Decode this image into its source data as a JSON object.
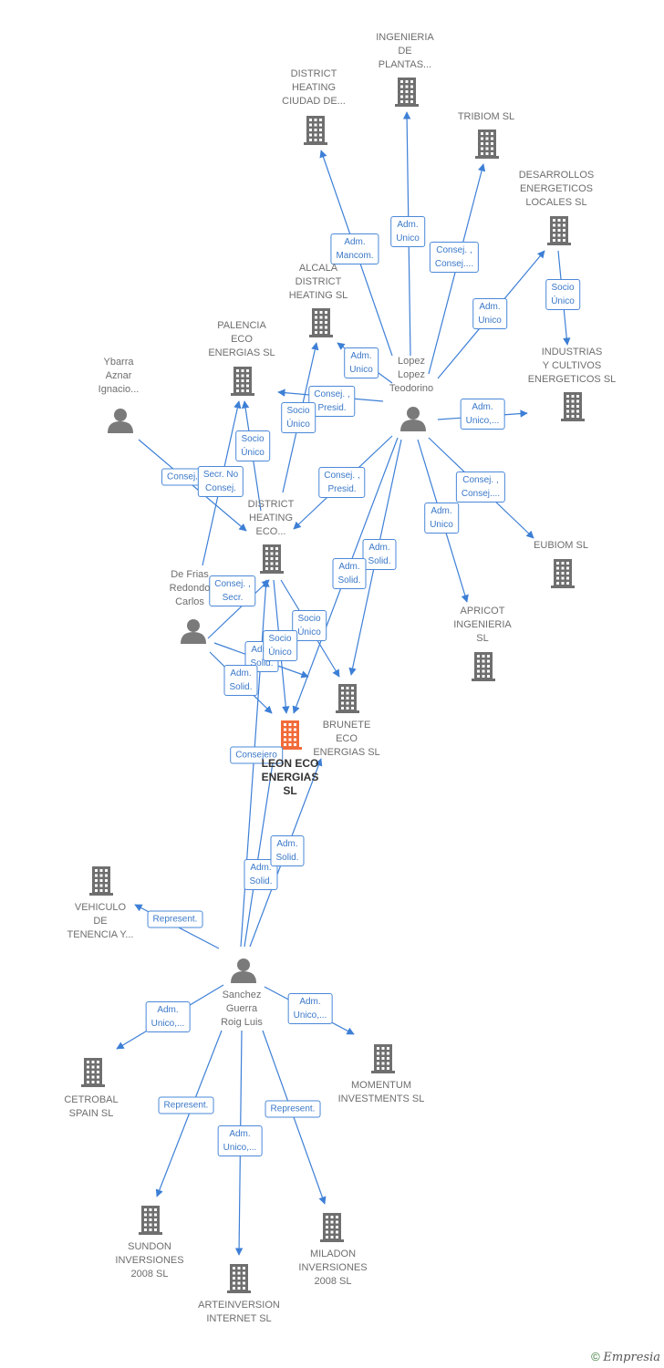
{
  "colors": {
    "edge": "#3d7fd6",
    "building": "#6f6f6f",
    "focus": "#f26b3a",
    "person": "#7a7a7a"
  },
  "nodes": {
    "focus": {
      "label": "LEON ECO\nENERGIAS\nSL",
      "icon": "building-icon"
    },
    "ingenieria_plantas": {
      "label": "INGENIERIA\nDE\nPLANTAS...",
      "icon": "building-icon"
    },
    "district_ciudad": {
      "label": "DISTRICT\nHEATING\nCIUDAD DE...",
      "icon": "building-icon"
    },
    "tribiom": {
      "label": "TRIBIOM SL",
      "icon": "building-icon"
    },
    "desarrollos": {
      "label": "DESARROLLOS\nENERGETICOS\nLOCALES SL",
      "icon": "building-icon"
    },
    "alcala": {
      "label": "ALCALA\nDISTRICT\nHEATING  SL",
      "icon": "building-icon"
    },
    "palencia": {
      "label": "PALENCIA\nECO\nENERGIAS  SL",
      "icon": "building-icon"
    },
    "industrias": {
      "label": "INDUSTRIAS\nY CULTIVOS\nENERGETICOS SL",
      "icon": "building-icon"
    },
    "district_eco": {
      "label": "DISTRICT\nHEATING\nECO...",
      "icon": "building-icon"
    },
    "eubiom": {
      "label": "EUBIOM SL",
      "icon": "building-icon"
    },
    "apricot": {
      "label": "APRICOT\nINGENIERIA\nSL",
      "icon": "building-icon"
    },
    "brunete": {
      "label": "BRUNETE\nECO\nENERGIAS  SL",
      "icon": "building-icon"
    },
    "vehiculo": {
      "label": "VEHICULO\nDE\nTENENCIA Y...",
      "icon": "building-icon"
    },
    "cetrobal": {
      "label": "CETROBAL\nSPAIN  SL",
      "icon": "building-icon"
    },
    "momentum": {
      "label": "MOMENTUM\nINVESTMENTS SL",
      "icon": "building-icon"
    },
    "sundon": {
      "label": "SUNDON\nINVERSIONES\n2008 SL",
      "icon": "building-icon"
    },
    "arteinversion": {
      "label": "ARTEINVERSION\nINTERNET SL",
      "icon": "building-icon"
    },
    "miladon": {
      "label": "MILADON\nINVERSIONES\n2008 SL",
      "icon": "building-icon"
    },
    "lopez": {
      "label": "Lopez\nLopez\nTeodorino",
      "icon": "person-icon"
    },
    "ybarra": {
      "label": "Ybarra\nAznar\nIgnacio...",
      "icon": "person-icon"
    },
    "defrias": {
      "label": "De Frias\nRedondo\nCarlos",
      "icon": "person-icon"
    },
    "sanchez": {
      "label": "Sanchez\nGuerra\nRoig Luis",
      "icon": "person-icon"
    }
  },
  "edge_labels": {
    "adm_mancom": "Adm.\nMancom.",
    "adm_unico_ingenieria": "Adm.\nUnico",
    "consej_tribiom": "Consej. ,\nConsej....",
    "adm_unico_desarrollos": "Adm.\nUnico",
    "socio_unico_industrias": "Socio\nÚnico",
    "adm_unico_alcala": "Adm.\nUnico",
    "consej_presid_palencia": "Consej. ,\nPresid.",
    "socio_unico_alcala": "Socio\nÚnico",
    "adm_unico_industrias": "Adm.\nUnico,...",
    "socio_unico_palencia": "Socio\nÚnico",
    "consej_ybarra": "Consej.",
    "secr_no_consej": "Secr.  No\nConsej.",
    "consej_presid_district": "Consej. ,\nPresid.",
    "consej_eubiom": "Consej. ,\nConsej....",
    "adm_unico_apricot": "Adm.\nUnico",
    "adm_solid_brunete1": "Adm.\nSolid.",
    "adm_solid_brunete2": "Adm.\nSolid.",
    "consej_secr": "Consej. ,\nSecr.",
    "socio_unico_brunete": "Socio\nÚnico",
    "adm_solid_defrias": "Adm.\nSolid.",
    "socio_unico_focus": "Socio\nÚnico",
    "adm_solid_defrias2": "Adm.\nSolid.",
    "consejero": "Consejero",
    "adm_solid_sanchez1": "Adm.\nSolid.",
    "adm_solid_sanchez2": "Adm.\nSolid.",
    "represent_vehiculo": "Represent.",
    "adm_unico_cetrobal": "Adm.\nUnico,...",
    "adm_unico_momentum": "Adm.\nUnico,...",
    "represent_sundon": "Represent.",
    "adm_unico_arteinversion": "Adm.\nUnico,...",
    "represent_miladon": "Represent."
  },
  "footer": {
    "copyright": "©",
    "brand": "Empresia"
  }
}
